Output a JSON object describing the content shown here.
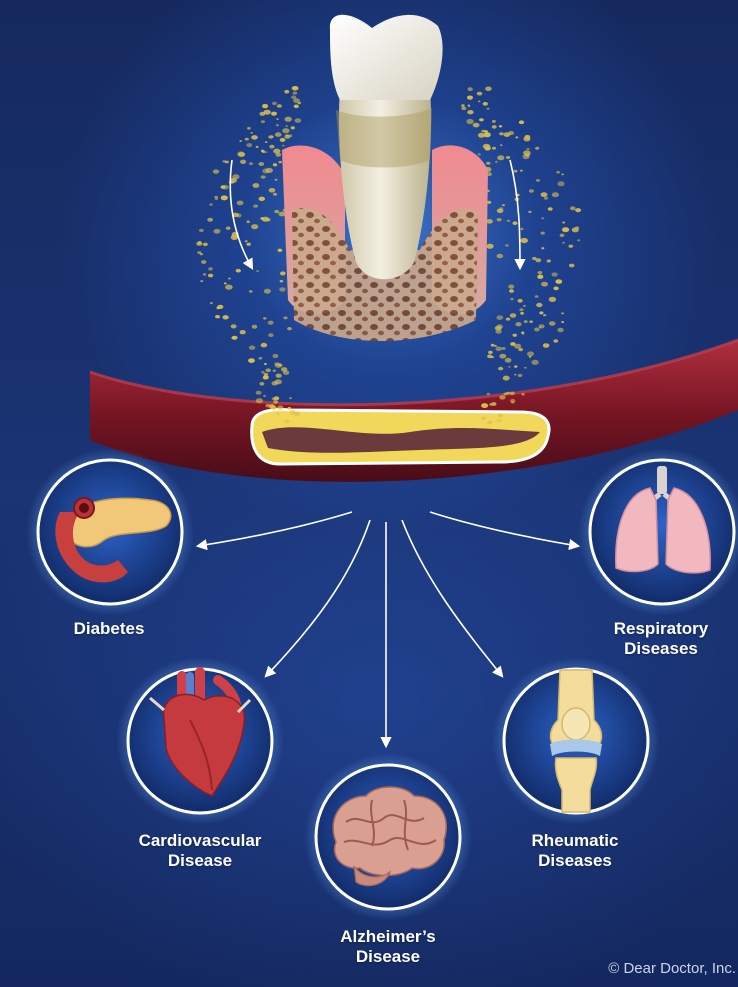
{
  "diseases": {
    "diabetes": {
      "line1": "Diabetes"
    },
    "respiratory": {
      "line1": "Respiratory",
      "line2": "Diseases"
    },
    "cardiovascular": {
      "line1": "Cardiovascular",
      "line2": "Disease"
    },
    "rheumatic": {
      "line1": "Rheumatic",
      "line2": "Diseases"
    },
    "alzheimers": {
      "line1": "Alzheimer’s",
      "line2": "Disease"
    }
  },
  "copyright": "© Dear Doctor, Inc.",
  "colors": {
    "background": "#1a3474",
    "glow": "#4a8ce8",
    "bacteria": "#e0c44a",
    "gum": "#e2707a",
    "vessel": "#8a1a26",
    "plaque": "#e6cf45",
    "ring": "#ffffff"
  }
}
